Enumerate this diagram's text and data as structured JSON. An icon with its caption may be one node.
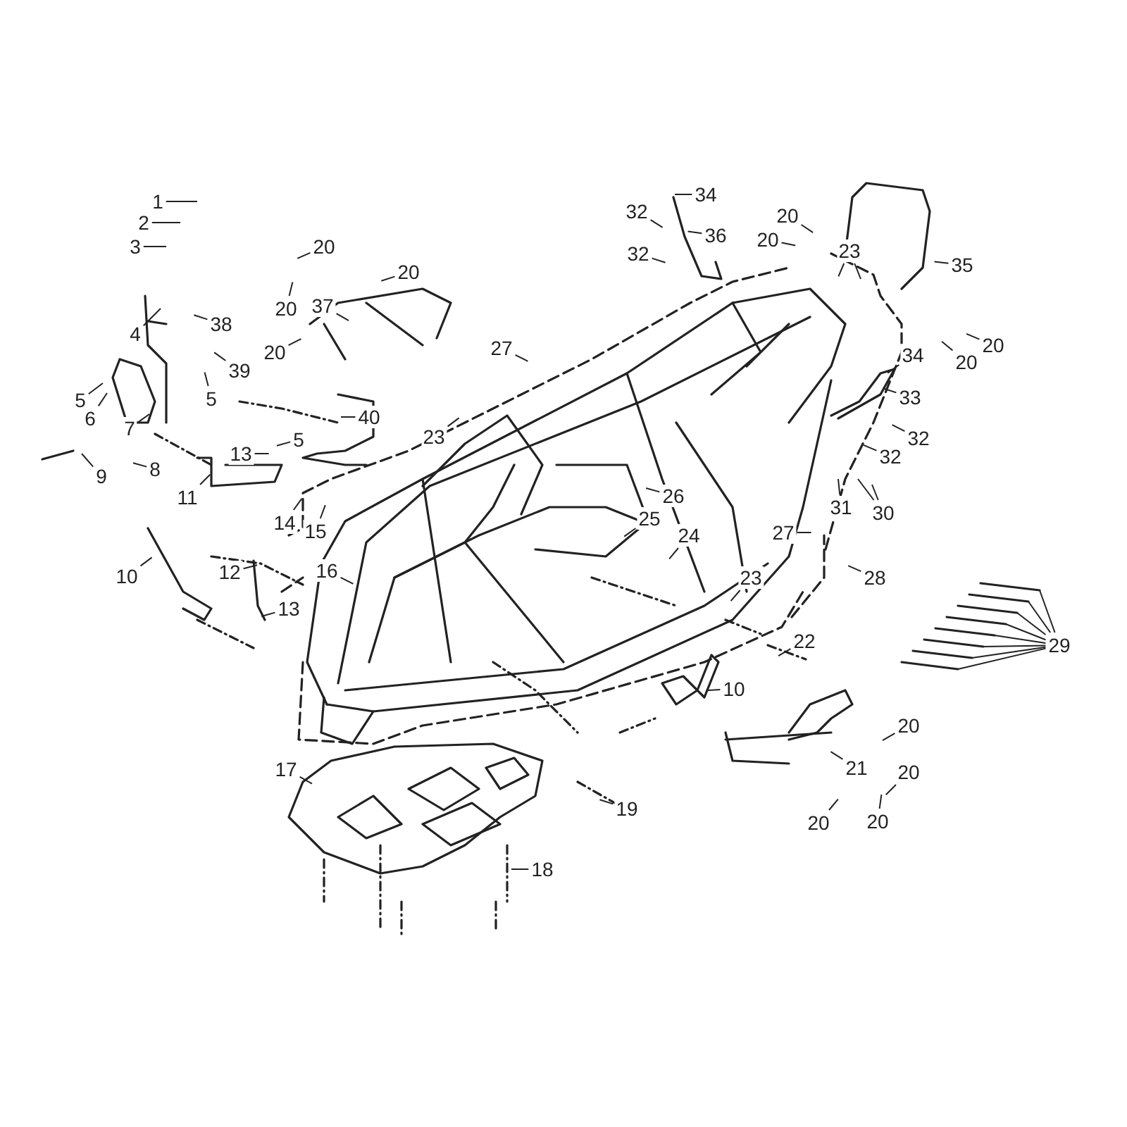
{
  "diagram": {
    "nodes": [
      {
        "text": [
          "1"
        ]
      },
      {
        "text": [
          "2"
        ]
      },
      {
        "text": [
          "3"
        ]
      },
      {
        "text": [
          "4"
        ]
      },
      {
        "text": [
          "5"
        ]
      },
      {
        "text": [
          "6"
        ]
      },
      {
        "text": [
          "7"
        ]
      },
      {
        "text": [
          "8"
        ]
      },
      {
        "text": [
          "9"
        ]
      },
      {
        "text": [
          "38"
        ]
      },
      {
        "text": [
          "39"
        ]
      },
      {
        "text": [
          "5"
        ]
      },
      {
        "text": [
          "40"
        ]
      },
      {
        "text": [
          "5"
        ]
      },
      {
        "text": [
          "13"
        ]
      },
      {
        "text": [
          "11"
        ]
      },
      {
        "text": [
          "14"
        ]
      },
      {
        "text": [
          "15"
        ]
      },
      {
        "text": [
          "12"
        ]
      },
      {
        "text": [
          "10"
        ]
      },
      {
        "text": [
          "13"
        ]
      },
      {
        "text": [
          "16"
        ]
      },
      {
        "text": [
          "20"
        ]
      },
      {
        "text": [
          "20"
        ]
      },
      {
        "text": [
          "20"
        ]
      },
      {
        "text": [
          "20"
        ]
      },
      {
        "text": [
          "37"
        ]
      },
      {
        "text": [
          "27"
        ]
      },
      {
        "text": [
          "23"
        ]
      },
      {
        "text": [
          "34"
        ]
      },
      {
        "text": [
          "32"
        ]
      },
      {
        "text": [
          "32"
        ]
      },
      {
        "text": [
          "36"
        ]
      },
      {
        "text": [
          "20"
        ]
      },
      {
        "text": [
          "20"
        ]
      },
      {
        "text": [
          "23"
        ]
      },
      {
        "text": [
          "35"
        ]
      },
      {
        "text": [
          "20"
        ]
      },
      {
        "text": [
          "20"
        ]
      },
      {
        "text": [
          "34"
        ]
      },
      {
        "text": [
          "33"
        ]
      },
      {
        "text": [
          "32"
        ]
      },
      {
        "text": [
          "32"
        ]
      },
      {
        "text": [
          "31"
        ]
      },
      {
        "text": [
          "30"
        ]
      },
      {
        "text": [
          "26"
        ]
      },
      {
        "text": [
          "25"
        ]
      },
      {
        "text": [
          "24"
        ]
      },
      {
        "text": [
          "27"
        ]
      },
      {
        "text": [
          "28"
        ]
      },
      {
        "text": [
          "23"
        ]
      },
      {
        "text": [
          "22"
        ]
      },
      {
        "text": [
          "10"
        ]
      },
      {
        "text": [
          "29"
        ]
      },
      {
        "text": [
          "21"
        ]
      },
      {
        "text": [
          "20"
        ]
      },
      {
        "text": [
          "20"
        ]
      },
      {
        "text": [
          "20"
        ]
      },
      {
        "text": [
          "20"
        ]
      },
      {
        "text": [
          "17"
        ]
      },
      {
        "text": [
          "19"
        ]
      },
      {
        "text": [
          "18"
        ]
      }
    ],
    "edges": [
      {
        "from": 0,
        "to": null,
        "arrow": "none"
      },
      {
        "from": 1,
        "to": null,
        "arrow": "none"
      },
      {
        "from": 2,
        "to": null,
        "arrow": "none"
      },
      {
        "from": 3,
        "to": null,
        "arrow": "none"
      },
      {
        "from": 4,
        "to": null,
        "arrow": "none"
      },
      {
        "from": 5,
        "to": null,
        "arrow": "none"
      },
      {
        "from": 6,
        "to": null,
        "arrow": "none"
      },
      {
        "from": 7,
        "to": null,
        "arrow": "none"
      },
      {
        "from": 8,
        "to": null,
        "arrow": "none"
      },
      {
        "from": 9,
        "to": null,
        "arrow": "none"
      },
      {
        "from": 10,
        "to": null,
        "arrow": "none"
      },
      {
        "from": 11,
        "to": null,
        "arrow": "none"
      },
      {
        "from": 12,
        "to": null,
        "arrow": "none"
      },
      {
        "from": 13,
        "to": null,
        "arrow": "none"
      },
      {
        "from": 14,
        "to": null,
        "arrow": "none"
      },
      {
        "from": 15,
        "to": null,
        "arrow": "none"
      },
      {
        "from": 16,
        "to": null,
        "arrow": "none"
      },
      {
        "from": 17,
        "to": null,
        "arrow": "none"
      },
      {
        "from": 18,
        "to": null,
        "arrow": "none"
      },
      {
        "from": 19,
        "to": null,
        "arrow": "none"
      },
      {
        "from": 20,
        "to": null,
        "arrow": "none"
      },
      {
        "from": 21,
        "to": null,
        "arrow": "none"
      },
      {
        "from": 22,
        "to": null,
        "arrow": "none"
      },
      {
        "from": 23,
        "to": null,
        "arrow": "none"
      },
      {
        "from": 24,
        "to": null,
        "arrow": "none"
      },
      {
        "from": 25,
        "to": null,
        "arrow": "none"
      },
      {
        "from": 26,
        "to": null,
        "arrow": "none"
      },
      {
        "from": 27,
        "to": null,
        "arrow": "none"
      },
      {
        "from": 28,
        "to": null,
        "arrow": "none"
      },
      {
        "from": 29,
        "to": null,
        "arrow": "none"
      },
      {
        "from": 30,
        "to": null,
        "arrow": "none"
      },
      {
        "from": 31,
        "to": null,
        "arrow": "none"
      },
      {
        "from": 32,
        "to": null,
        "arrow": "none"
      },
      {
        "from": 33,
        "to": null,
        "arrow": "none"
      },
      {
        "from": 34,
        "to": null,
        "arrow": "none"
      },
      {
        "from": 35,
        "to": null,
        "arrow": "none"
      },
      {
        "from": 35,
        "to": null,
        "arrow": "none"
      },
      {
        "from": 36,
        "to": null,
        "arrow": "none"
      },
      {
        "from": 37,
        "to": null,
        "arrow": "none"
      },
      {
        "from": 38,
        "to": null,
        "arrow": "none"
      },
      {
        "from": 39,
        "to": null,
        "arrow": "none"
      },
      {
        "from": 40,
        "to": null,
        "arrow": "none"
      },
      {
        "from": 41,
        "to": null,
        "arrow": "none"
      },
      {
        "from": 42,
        "to": null,
        "arrow": "none"
      },
      {
        "from": 43,
        "to": null,
        "arrow": "none"
      },
      {
        "from": 44,
        "to": null,
        "arrow": "none"
      },
      {
        "from": 44,
        "to": null,
        "arrow": "none"
      },
      {
        "from": 45,
        "to": null,
        "arrow": "none"
      },
      {
        "from": 46,
        "to": null,
        "arrow": "none"
      },
      {
        "from": 47,
        "to": null,
        "arrow": "none"
      },
      {
        "from": 48,
        "to": null,
        "arrow": "none"
      },
      {
        "from": 49,
        "to": null,
        "arrow": "none"
      },
      {
        "from": 50,
        "to": null,
        "arrow": "none"
      },
      {
        "from": 51,
        "to": null,
        "arrow": "none"
      },
      {
        "from": 52,
        "to": null,
        "arrow": "none"
      },
      {
        "from": 53,
        "to": null,
        "arrow": "none"
      },
      {
        "from": 53,
        "to": null,
        "arrow": "none"
      },
      {
        "from": 53,
        "to": null,
        "arrow": "none"
      },
      {
        "from": 53,
        "to": null,
        "arrow": "none"
      },
      {
        "from": 53,
        "to": null,
        "arrow": "none"
      },
      {
        "from": 53,
        "to": null,
        "arrow": "none"
      },
      {
        "from": 53,
        "to": null,
        "arrow": "none"
      },
      {
        "from": 53,
        "to": null,
        "arrow": "none"
      },
      {
        "from": 54,
        "to": null,
        "arrow": "none"
      },
      {
        "from": 55,
        "to": null,
        "arrow": "none"
      },
      {
        "from": 56,
        "to": null,
        "arrow": "none"
      },
      {
        "from": 57,
        "to": null,
        "arrow": "none"
      },
      {
        "from": 58,
        "to": null,
        "arrow": "none"
      },
      {
        "from": 59,
        "to": null,
        "arrow": "none"
      },
      {
        "from": 60,
        "to": null,
        "arrow": "none"
      },
      {
        "from": 61,
        "to": null,
        "arrow": "none"
      }
    ]
  }
}
